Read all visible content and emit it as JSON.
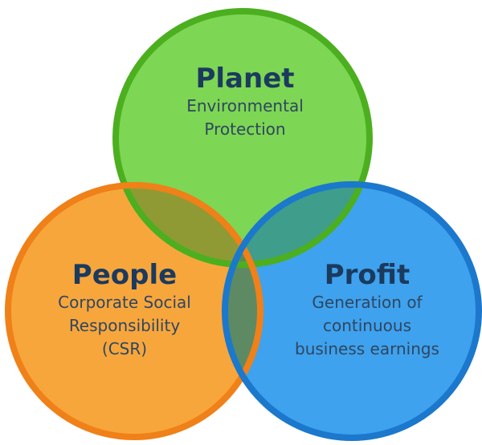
{
  "diagram": {
    "circles": [
      {
        "id": "planet",
        "title": "Planet",
        "description": [
          "Environmental",
          "Protection"
        ],
        "fill": "#7dd654",
        "stroke": "#4caf1f"
      },
      {
        "id": "people",
        "title": "People",
        "description": [
          "Corporate Social",
          "Responsibility",
          "(CSR)"
        ],
        "fill": "#f7a63c",
        "stroke": "#f08018"
      },
      {
        "id": "profit",
        "title": "Profit",
        "description": [
          "Generation of",
          "continuous",
          "business earnings"
        ],
        "fill": "#3ea2ee",
        "stroke": "#1b78cc"
      }
    ],
    "colors": {
      "text_title": "#1b3a5e",
      "text_body": "#2f4660",
      "overlap_planet_people": "#8f9a34",
      "overlap_planet_profit": "#3f9d8c",
      "overlap_people_profit": "#5d8a63",
      "overlap_all": "#5c8a55"
    }
  }
}
